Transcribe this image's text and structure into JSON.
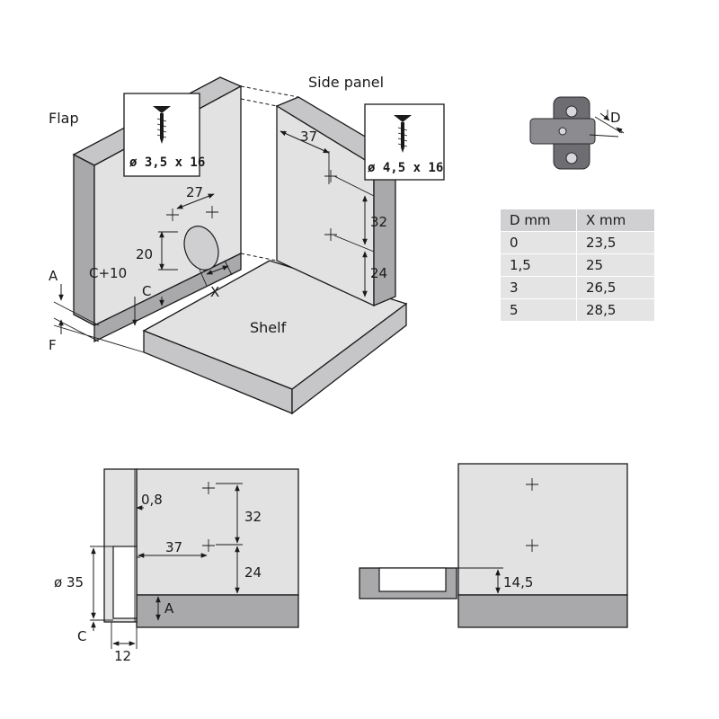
{
  "labels": {
    "flap": "Flap",
    "side_panel": "Side panel",
    "shelf": "Shelf",
    "screw_flap": "ø 3,5 x 16",
    "screw_side": "ø 4,5 x 16",
    "D": "D"
  },
  "dimensions": {
    "iso_37": "37",
    "iso_27": "27",
    "iso_32": "32",
    "iso_24": "24",
    "iso_20": "20",
    "iso_c10": "C+10",
    "iso_A": "A",
    "iso_C": "C",
    "iso_F": "F",
    "iso_X": "X",
    "side_08": "0,8",
    "side_32": "32",
    "side_37": "37",
    "side_24": "24",
    "side_d35": "ø 35",
    "side_A": "A",
    "side_C": "C",
    "side_12": "12",
    "front_145": "14,5"
  },
  "table": {
    "headers": [
      "D mm",
      "X mm"
    ],
    "rows": [
      [
        "0",
        "23,5"
      ],
      [
        "1,5",
        "25"
      ],
      [
        "3",
        "26,5"
      ],
      [
        "5",
        "28,5"
      ]
    ]
  }
}
